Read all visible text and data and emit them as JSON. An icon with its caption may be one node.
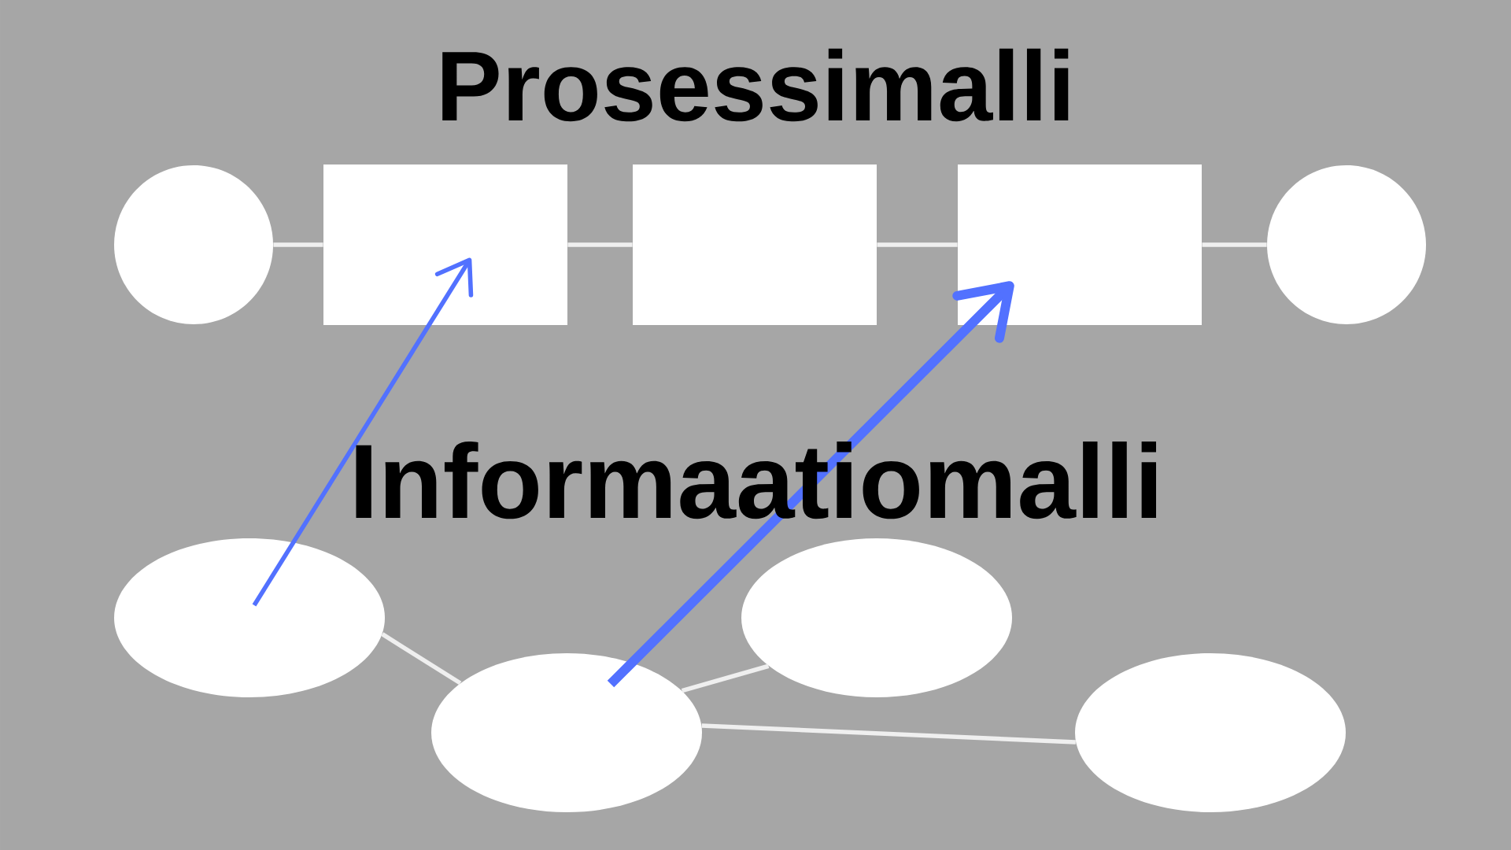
{
  "diagram": {
    "title": "Prosessimalli",
    "nodes": [
      {
        "text": [],
        "shape": "circle"
      },
      {
        "text": [],
        "shape": "box"
      },
      {
        "text": [],
        "shape": "box"
      },
      {
        "text": [],
        "shape": "box"
      },
      {
        "text": [],
        "shape": "circle"
      },
      {
        "text": [],
        "shape": "ellipse"
      },
      {
        "text": [],
        "shape": "ellipse"
      },
      {
        "text": [],
        "shape": "ellipse"
      },
      {
        "text": [],
        "shape": "ellipse"
      }
    ],
    "edges": [
      {
        "from": 0,
        "to": 1,
        "arrow": "none"
      },
      {
        "from": 1,
        "to": 2,
        "arrow": "none"
      },
      {
        "from": 2,
        "to": 3,
        "arrow": "none"
      },
      {
        "from": 3,
        "to": 4,
        "arrow": "none"
      },
      {
        "from": 5,
        "to": 6,
        "arrow": "none"
      },
      {
        "from": 6,
        "to": 7,
        "arrow": "none"
      },
      {
        "from": 6,
        "to": 8,
        "arrow": "none"
      },
      {
        "from": 5,
        "to": 1,
        "arrow": "to",
        "color": "#5271ff"
      },
      {
        "from": 6,
        "to": 3,
        "arrow": "to",
        "color": "#5271ff",
        "style": "thick"
      }
    ],
    "labels": [
      "Informaatiomalli"
    ]
  }
}
